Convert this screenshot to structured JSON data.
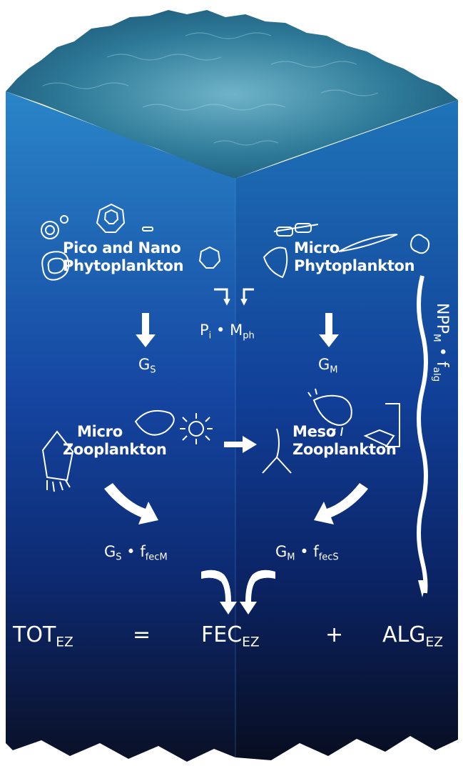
{
  "groups": {
    "pico_nano": [
      "Pico and Nano",
      "Phytoplankton"
    ],
    "micro_phyto": [
      "Micro",
      "Phytoplankton"
    ],
    "micro_zoo": [
      "Micro",
      "Zooplankton"
    ],
    "meso_zoo": [
      "Meso",
      "Zooplankton"
    ]
  },
  "fluxes": {
    "pi_main": "P",
    "pi_sub": "i",
    "dot": "•",
    "mph_main": "M",
    "mph_sub": "ph",
    "gs_main": "G",
    "gs_sub": "S",
    "gm_main": "G",
    "gm_sub": "M",
    "gs_fec_main": "G",
    "gs_fec_sub": "S",
    "gs_fec_f": "f",
    "gs_fec_fsub": "fecM",
    "gm_fec_main": "G",
    "gm_fec_sub": "M",
    "gm_fec_f": "f",
    "gm_fec_fsub": "fecS",
    "npp_main": "NPP",
    "npp_sub": "M",
    "npp_f": "f",
    "npp_fsub": "alg"
  },
  "equation": {
    "tot_main": "TOT",
    "tot_sub": "EZ",
    "equals": "=",
    "fec_main": "FEC",
    "fec_sub": "EZ",
    "plus": "+",
    "alg_main": "ALG",
    "alg_sub": "EZ"
  },
  "colors": {
    "ocean_top": "#1f7ec4",
    "ocean_mid": "#0e3f8e",
    "ocean_bottom": "#0a1230",
    "sea_surface": "#2a6f8f",
    "arrow": "#ffffff"
  }
}
